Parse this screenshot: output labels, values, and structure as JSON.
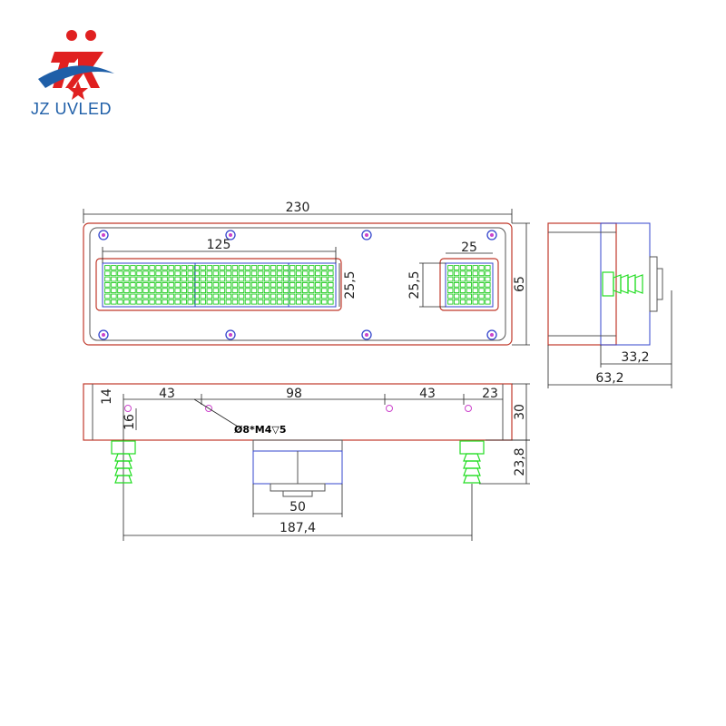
{
  "brand": {
    "name": "JZ UVLED"
  },
  "colors": {
    "body_outline": "#c0392b",
    "inner_outline": "#3344cc",
    "led": "#22cc22",
    "fitting": "#22dd22",
    "holes": "#cc44cc",
    "logo_red": "#e02020",
    "logo_blue": "#1f5fa8"
  },
  "icons": [
    "jz-uvled-logo"
  ],
  "dimensions": {
    "overall_length": "230",
    "array_length": "125",
    "array_height": "25,5",
    "small_window_width": "25",
    "small_window_height": "25,5",
    "overall_height": "65",
    "side_depth_inner": "33,2",
    "side_depth_total": "63,2",
    "hole_offset_top": "14",
    "hole_spacing_1": "43",
    "hole_spacing_2": "98",
    "hole_spacing_3": "43",
    "hole_spacing_4": "23",
    "hole_depth": "16",
    "front_height": "30",
    "fitting_height": "23,8",
    "connector_width": "50",
    "fitting_spacing": "187,4"
  },
  "notes": {
    "hole_spec": "Ø8*M4▽5"
  }
}
